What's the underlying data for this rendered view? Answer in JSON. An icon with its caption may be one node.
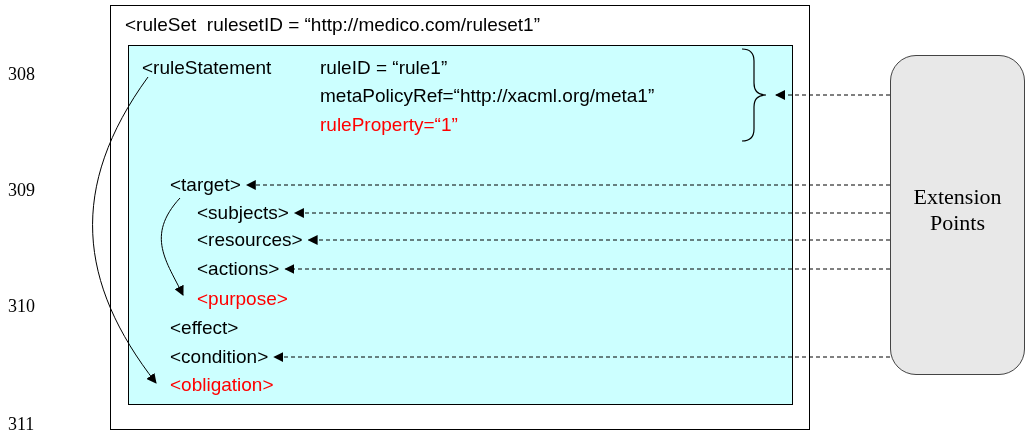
{
  "diagram": {
    "nodes": [
      {
        "text": [
          "<ruleSet  rulesetID = “http://medico.com/ruleset1”"
        ]
      },
      {
        "text": [],
        "shape": "box",
        "in": 0
      },
      {
        "text": [
          "<ruleStatement"
        ],
        "in": 1
      },
      {
        "text": [
          "ruleID = “rule1”",
          "metaPolicyRef=“http://xacml.org/meta1”",
          "ruleProperty=“1”"
        ],
        "in": 1
      },
      {
        "text": [
          "<target>"
        ],
        "in": 1
      },
      {
        "text": [
          "<subjects>"
        ],
        "in": 1
      },
      {
        "text": [
          "<resources>"
        ],
        "in": 1
      },
      {
        "text": [
          "<actions>"
        ],
        "in": 1
      },
      {
        "text": [
          "<purpose>"
        ],
        "in": 1
      },
      {
        "text": [
          "<effect>"
        ],
        "in": 1
      },
      {
        "text": [
          "<condition>"
        ],
        "in": 1
      },
      {
        "text": [
          "<obligation>"
        ],
        "in": 1
      },
      {
        "text": [
          "Extension Points"
        ]
      }
    ],
    "edges": [
      {
        "from": 12,
        "to": 3,
        "arrow": "to",
        "style": "dashed"
      },
      {
        "from": 12,
        "to": 4,
        "arrow": "to",
        "style": "dashed"
      },
      {
        "from": 12,
        "to": 5,
        "arrow": "to",
        "style": "dashed"
      },
      {
        "from": 12,
        "to": 6,
        "arrow": "to",
        "style": "dashed"
      },
      {
        "from": 12,
        "to": 7,
        "arrow": "to",
        "style": "dashed"
      },
      {
        "from": 12,
        "to": 10,
        "arrow": "to",
        "style": "dashed"
      },
      {
        "from": 2,
        "to": 11,
        "arrow": "to"
      },
      {
        "from": 4,
        "to": 8,
        "arrow": "to"
      }
    ],
    "labels": [
      "308",
      "309",
      "310",
      "311"
    ]
  }
}
